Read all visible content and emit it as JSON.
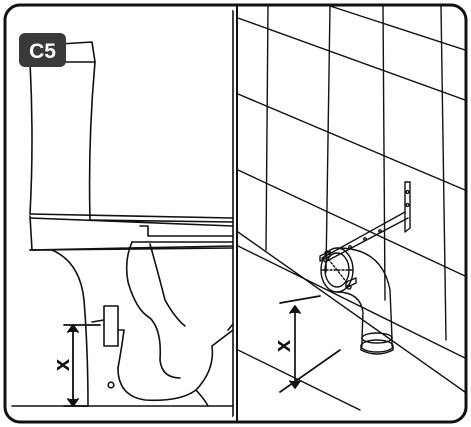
{
  "step": {
    "label": "C5"
  },
  "left_panel": {
    "dimension_label": "x"
  },
  "right_panel": {
    "dimension_label": "x"
  },
  "colors": {
    "line": "#111111",
    "badge": "#3a3a3a",
    "background": "#ffffff"
  }
}
